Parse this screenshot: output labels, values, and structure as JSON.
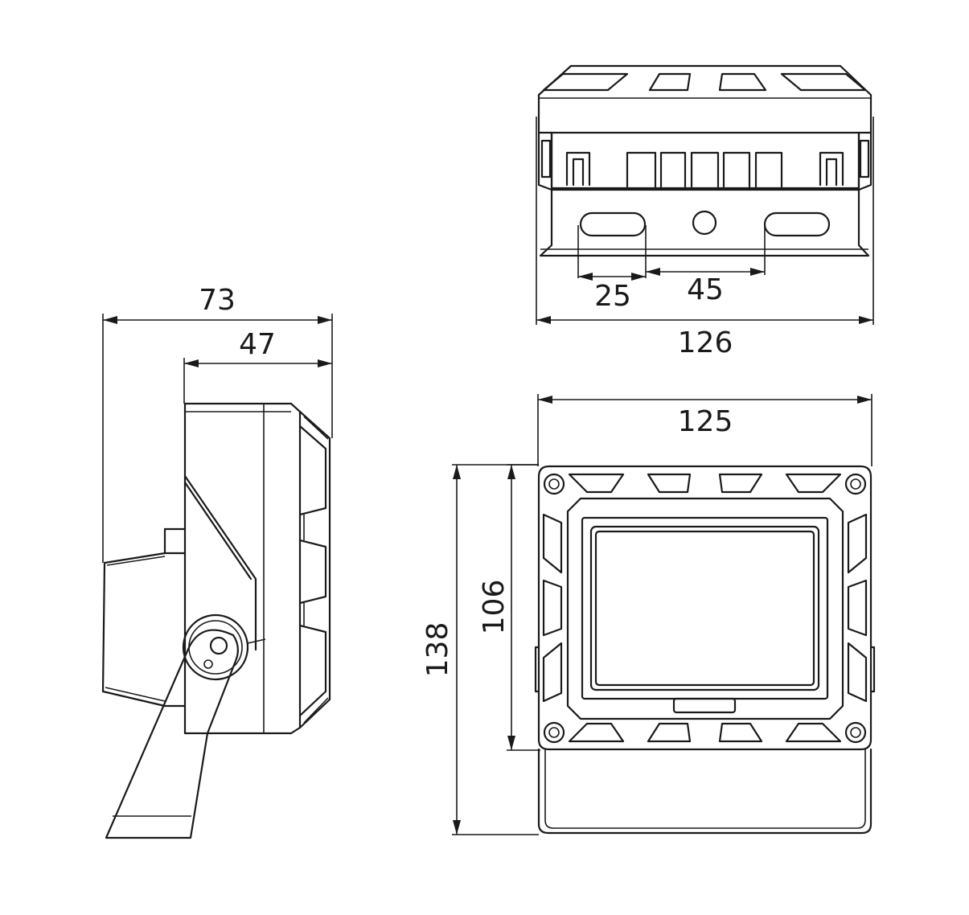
{
  "colors": {
    "line": "#1a1a1a",
    "background": "#ffffff"
  },
  "dimensions": {
    "side_total_depth": "73",
    "side_body_depth": "47",
    "top_slot_width": "25",
    "top_slot_spacing": "45",
    "top_overall_width": "126",
    "front_width": "125",
    "front_total_height": "138",
    "front_body_height": "106"
  }
}
